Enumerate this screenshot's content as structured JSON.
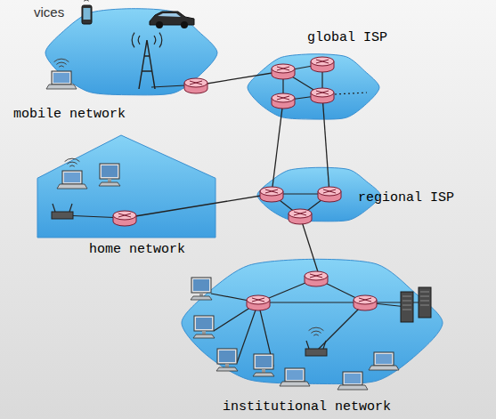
{
  "diagram": {
    "nodes": [
      {
        "text": [
          "mobile network"
        ]
      },
      {
        "text": [
          "global ISP"
        ]
      },
      {
        "text": [
          "home network"
        ]
      },
      {
        "text": [
          "regional ISP"
        ]
      },
      {
        "text": [
          "institutional network"
        ]
      }
    ],
    "edges": [
      {
        "from": 0,
        "to": 1,
        "arrow": "none"
      },
      {
        "from": 1,
        "to": 3,
        "arrow": "none"
      },
      {
        "from": 1,
        "to": 3,
        "arrow": "none"
      },
      {
        "from": 2,
        "to": 3,
        "arrow": "none"
      },
      {
        "from": 3,
        "to": 4,
        "arrow": "none"
      }
    ],
    "labels": [
      "vices"
    ]
  }
}
